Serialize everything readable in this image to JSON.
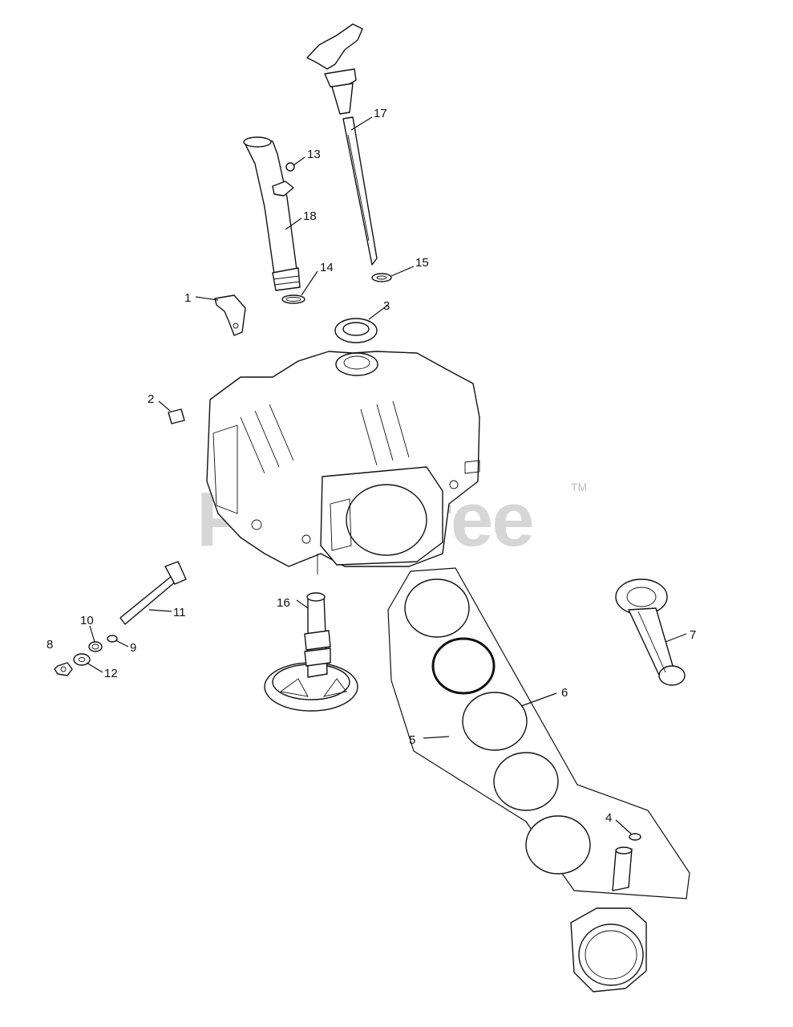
{
  "watermark": {
    "text": "PartsTree",
    "tm": "TM"
  },
  "callouts": [
    {
      "id": "1",
      "label": "1"
    },
    {
      "id": "2",
      "label": "2"
    },
    {
      "id": "3",
      "label": "3"
    },
    {
      "id": "4",
      "label": "4"
    },
    {
      "id": "5",
      "label": "5"
    },
    {
      "id": "6",
      "label": "6"
    },
    {
      "id": "7",
      "label": "7"
    },
    {
      "id": "8",
      "label": "8"
    },
    {
      "id": "9",
      "label": "9"
    },
    {
      "id": "10",
      "label": "10"
    },
    {
      "id": "11",
      "label": "11"
    },
    {
      "id": "12",
      "label": "12"
    },
    {
      "id": "13",
      "label": "13"
    },
    {
      "id": "14",
      "label": "14"
    },
    {
      "id": "15",
      "label": "15"
    },
    {
      "id": "16",
      "label": "16"
    },
    {
      "id": "17",
      "label": "17"
    },
    {
      "id": "18",
      "label": "18"
    }
  ]
}
